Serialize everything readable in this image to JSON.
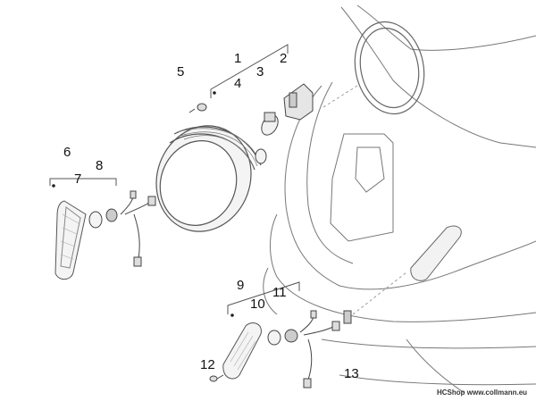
{
  "callouts": {
    "n1": "1",
    "n2": "2",
    "n3": "3",
    "n4": "4",
    "n5": "5",
    "n6": "6",
    "n7": "7",
    "n8": "8",
    "n9": "9",
    "n10": "10",
    "n11": "11",
    "n12": "12",
    "n13": "13"
  },
  "watermark": "HCShop www.collmann.eu",
  "colors": {
    "line": "#555555",
    "part_fill": "#f4f4f4",
    "light_line": "#888888"
  }
}
